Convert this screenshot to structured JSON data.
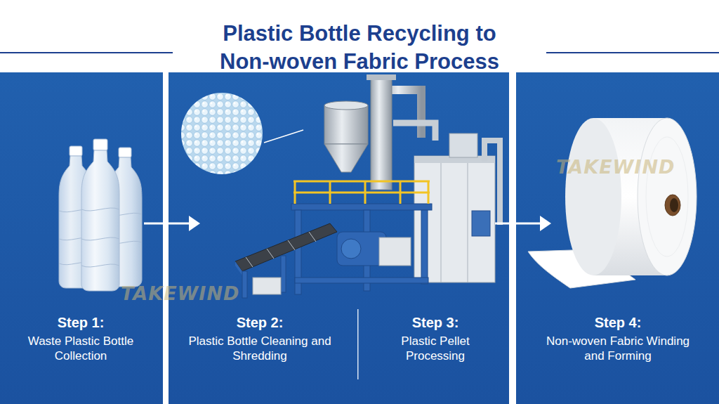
{
  "diagram": {
    "title": "Plastic Bottle Recycling to Non-woven Fabric Process",
    "nodes": [
      {
        "text": [
          "Step 1:",
          "Waste Plastic Bottle Collection"
        ]
      },
      {
        "text": [
          "Step 2:",
          "Plastic Bottle Cleaning and Shredding"
        ]
      },
      {
        "text": [
          "Step 3:",
          "Plastic Pellet Processing"
        ]
      },
      {
        "text": [
          "Step 4:",
          "Non-woven Fabric Winding and Forming"
        ]
      }
    ],
    "edges": [
      {
        "from": 0,
        "to": 1,
        "arrow": "to"
      },
      {
        "from": 2,
        "to": 3,
        "arrow": "to"
      }
    ],
    "labels": [
      "TAKEWIND",
      "TAKEWIND"
    ]
  }
}
